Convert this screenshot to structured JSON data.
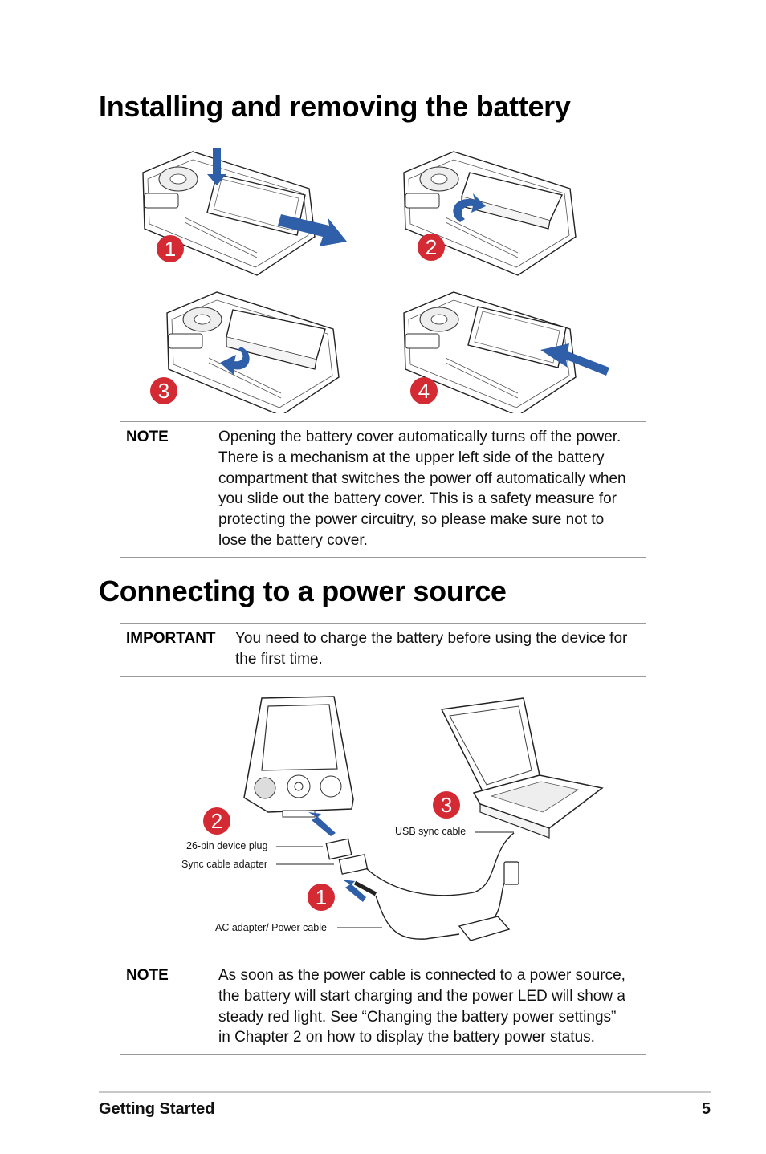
{
  "section1": {
    "title": "Installing and removing the battery",
    "steps": [
      "1",
      "2",
      "3",
      "4"
    ]
  },
  "note1": {
    "label": "NOTE",
    "lines": [
      "Opening the battery cover automatically turns off the power.",
      "There is a mechanism at the upper left side of the battery",
      "compartment that switches the power off automatically when",
      "you slide out the battery cover. This is a safety measure for",
      "protecting the power circuitry, so please make sure not to",
      "lose the battery cover."
    ]
  },
  "section2": {
    "title": "Connecting to a power source"
  },
  "important": {
    "label": "IMPORTANT",
    "lines": [
      "You need to charge the battery before using the device for",
      "the first time."
    ]
  },
  "diagram2": {
    "steps": [
      "1",
      "2",
      "3"
    ],
    "labels": {
      "plug": "26-pin device plug",
      "adapter": "Sync cable adapter",
      "ac": "AC adapter/ Power cable",
      "usb": "USB sync cable"
    }
  },
  "note2": {
    "label": "NOTE",
    "lines": [
      "As soon as the power cable is connected to a power source,",
      "the battery will start charging and the power LED will show a",
      "steady red light.  See “Changing the battery power settings”",
      "in Chapter 2 on how to display the battery power status."
    ]
  },
  "footer": {
    "section": "Getting Started",
    "page": "5"
  },
  "colors": {
    "badge": "#d42a33",
    "arrow": "#2f5fa8"
  }
}
